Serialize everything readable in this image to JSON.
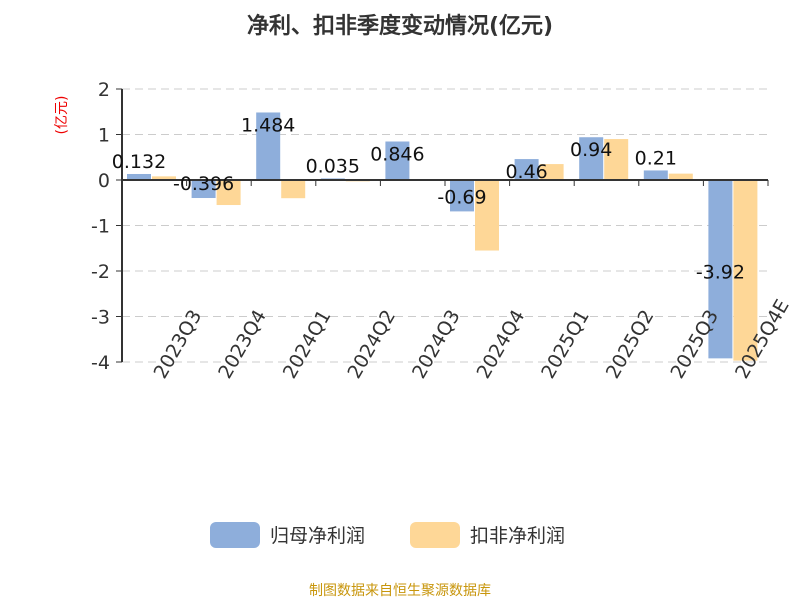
{
  "chart_data": {
    "type": "bar",
    "title": "净利、扣非季度变动情况(亿元)",
    "ylabel": "(亿元)",
    "xlabel": "",
    "ylim": [
      -4,
      2
    ],
    "yticks": [
      "2",
      "1",
      "0",
      "-1",
      "-2",
      "-3",
      "-4"
    ],
    "grid": true,
    "legend_position": "bottom",
    "categories": [
      "2023Q3",
      "2023Q4",
      "2024Q1",
      "2024Q2",
      "2024Q3",
      "2024Q4",
      "2025Q1",
      "2025Q2",
      "2025Q3",
      "2025Q4E"
    ],
    "series": [
      {
        "name": "归母净利润",
        "color": "#8eaedb",
        "values": [
          0.132,
          -0.396,
          1.484,
          0.035,
          0.846,
          -0.69,
          0.46,
          0.94,
          0.21,
          -3.92
        ],
        "labels": [
          "0.132",
          "-0.396",
          "1.484",
          "0.035",
          "0.846",
          "-0.69",
          "0.46",
          "0.94",
          "0.21",
          "-3.92"
        ]
      },
      {
        "name": "扣非净利润",
        "color": "#fed797",
        "values": [
          0.08,
          -0.55,
          -0.4,
          -0.03,
          -0.01,
          -1.55,
          0.35,
          0.9,
          0.14,
          -3.97
        ]
      }
    ]
  },
  "footer": "制图数据来自恒生聚源数据库"
}
